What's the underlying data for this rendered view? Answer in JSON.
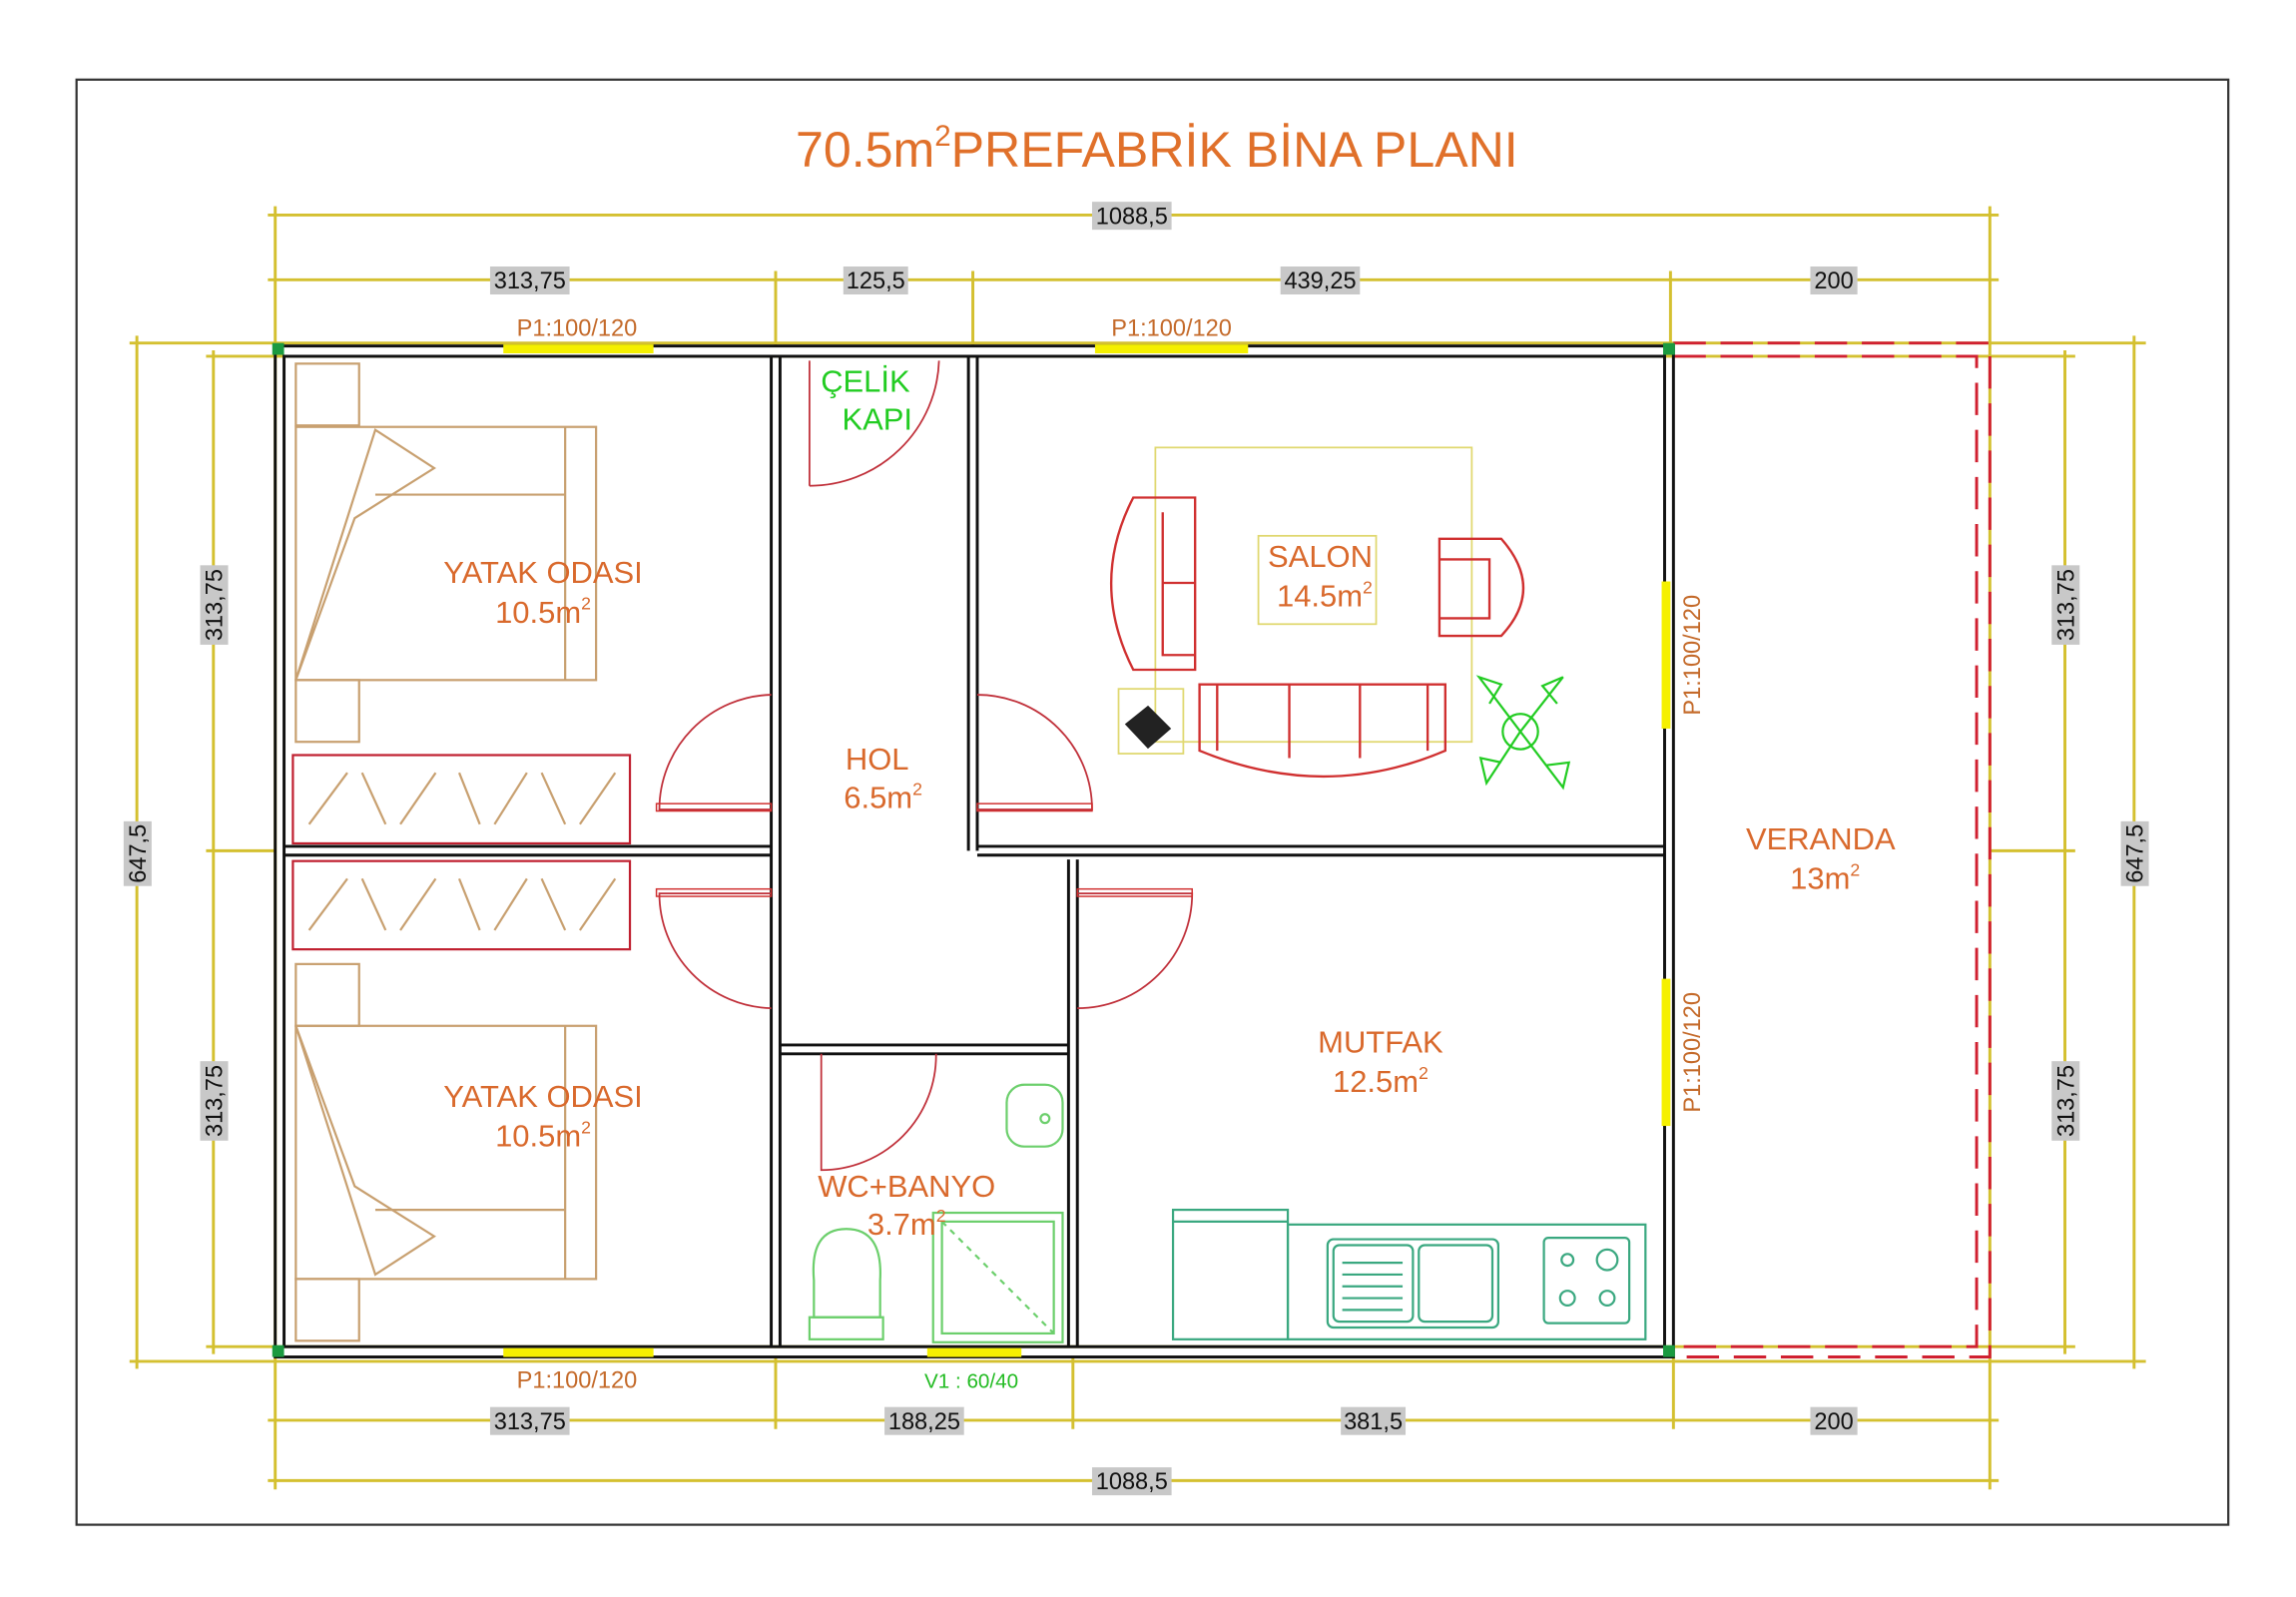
{
  "title": {
    "main": "70.5m",
    "sup": "2",
    "rest": "PREFABRİK BİNA PLANI"
  },
  "dimensions": {
    "top_total": "1088,5",
    "top": [
      "313,75",
      "125,5",
      "439,25",
      "200"
    ],
    "bottom": [
      "313,75",
      "188,25",
      "381,5",
      "200"
    ],
    "bottom_total": "1088,5",
    "left_total": "647,5",
    "left": [
      "313,75",
      "313,75"
    ],
    "right_total": "647,5",
    "right": [
      "313,75",
      "313,75"
    ]
  },
  "windows": {
    "bedroom1_top": "P1:100/120",
    "salon_top": "P1:100/120",
    "bedroom2_bottom": "P1:100/120",
    "salon_right": "P1:100/120",
    "mutfak_right": "P1:100/120",
    "wc_bottom": "V1 : 60/40"
  },
  "rooms": {
    "bedroom1": {
      "name": "YATAK ODASI",
      "area": "10.5m",
      "sup": "2"
    },
    "bedroom2": {
      "name": "YATAK ODASI",
      "area": "10.5m",
      "sup": "2"
    },
    "door": {
      "line1": "ÇELİK",
      "line2": "KAPI"
    },
    "hol": {
      "name": "HOL",
      "area": "6.5m",
      "sup": "2"
    },
    "salon": {
      "name": "SALON",
      "area": "14.5m",
      "sup": "2"
    },
    "veranda": {
      "name": "VERANDA",
      "area": "13m",
      "sup": "2"
    },
    "mutfak": {
      "name": "MUTFAK",
      "area": "12.5m",
      "sup": "2"
    },
    "wc": {
      "name": "WC+BANYO",
      "area": "3.7m",
      "sup": "2"
    }
  },
  "colors": {
    "title": "#e0702a",
    "dimension": "#d4c030",
    "wall": "#111111",
    "veranda": "#d02030",
    "door_label": "#22cc22"
  }
}
